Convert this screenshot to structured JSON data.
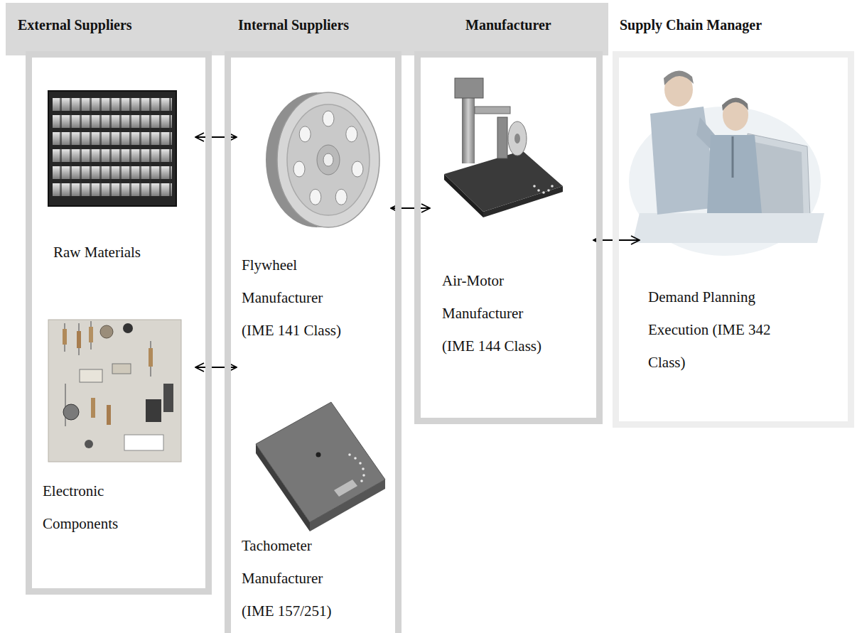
{
  "diagram": {
    "nodes": [
      {
        "text": [
          "External Suppliers"
        ]
      },
      {
        "text": [
          "Raw Materials"
        ],
        "in": 0
      },
      {
        "text": [
          "Electronic Components"
        ],
        "in": 0
      },
      {
        "text": [
          "Internal Suppliers"
        ]
      },
      {
        "text": [
          "Flywheel Manufacturer (IME 141 Class)"
        ],
        "in": 3
      },
      {
        "text": [
          "Tachometer Manufacturer (IME 157/251)"
        ],
        "in": 3
      },
      {
        "text": [
          "Manufacturer"
        ]
      },
      {
        "text": [
          "Air-Motor Manufacturer (IME 144 Class)"
        ],
        "in": 6
      },
      {
        "text": [
          "Supply Chain Manager"
        ]
      },
      {
        "text": [
          "Demand Planning Execution (IME 342 Class)"
        ],
        "in": 8
      }
    ],
    "edges": [
      {
        "from": 1,
        "to": 4,
        "arrow": "both"
      },
      {
        "from": 2,
        "to": 5,
        "arrow": "both"
      },
      {
        "from": 4,
        "to": 7,
        "arrow": "both"
      },
      {
        "from": 7,
        "to": 9,
        "arrow": "both"
      }
    ]
  }
}
